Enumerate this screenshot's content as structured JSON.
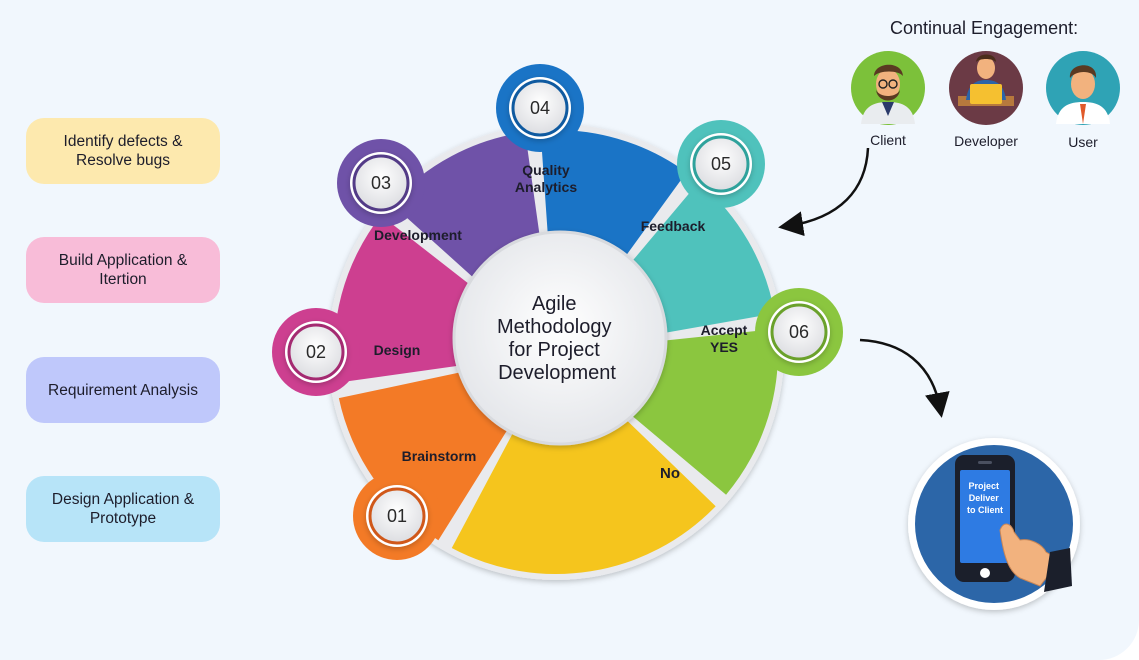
{
  "left_items": [
    {
      "label": "Identify defects & Resolve bugs",
      "color": "#fde9ae"
    },
    {
      "label": "Build Application & Itertion",
      "color": "#f8bcd8"
    },
    {
      "label": "Requirement Analysis",
      "color": "#bfc8fb"
    },
    {
      "label": "Design Application & Prototype",
      "color": "#b7e4f8"
    }
  ],
  "center": {
    "lines": [
      "Agile",
      "Methodology",
      "for Project",
      "Development"
    ]
  },
  "steps": [
    {
      "number": "01",
      "label": "Brainstorm",
      "color": "#f37a26",
      "dark": "#d0581a"
    },
    {
      "number": "02",
      "label": "Design",
      "color": "#cd3f90",
      "dark": "#a42a71"
    },
    {
      "number": "03",
      "label": "Development",
      "color": "#6f52a8",
      "dark": "#533b87"
    },
    {
      "number": "04",
      "label": "Quality Analytics",
      "color": "#1a74c6",
      "dark": "#0f5aa0"
    },
    {
      "number": "05",
      "label": "Feedback",
      "color": "#4fc2bc",
      "dark": "#2fa29c"
    },
    {
      "number": "06",
      "label": "Accept YES",
      "color": "#8bc63f",
      "dark": "#6aa12b"
    }
  ],
  "no_segment": {
    "label": "No",
    "color": "#f5c51d"
  },
  "engagement": {
    "title": "Continual Engagement:",
    "people": [
      {
        "label": "Client",
        "icon": "client-avatar-icon",
        "bg": "#7cc13a"
      },
      {
        "label": "Developer",
        "icon": "developer-avatar-icon",
        "bg": "#6b3a45"
      },
      {
        "label": "User",
        "icon": "user-avatar-icon",
        "bg": "#2fa3b5"
      }
    ]
  },
  "delivery": {
    "text_lines": [
      "Project",
      "Deliver",
      "to Client"
    ],
    "icon": "phone-tap-icon"
  }
}
